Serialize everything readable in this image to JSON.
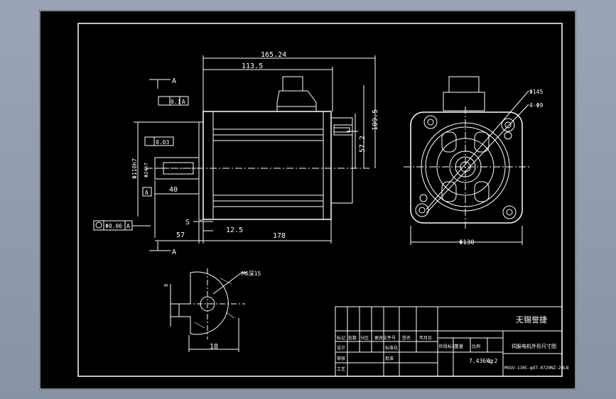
{
  "colors": {
    "background": "#000000",
    "line": "#ffffff",
    "viewport_frame": "#9aa4b6"
  },
  "drawing": {
    "overall_length": "165.24",
    "inner_length": "113.5",
    "height_total": "109.5",
    "height_partial": "57.2",
    "shaft_dia": "Φ110h7",
    "shaft_small_dia": "Φ24h7",
    "shaft_len": "40",
    "flange_offset": "57",
    "step": "12.5",
    "body_len": "178",
    "s_label": "S",
    "datum": "A",
    "section_mark": "A",
    "flatness": "0.1",
    "runout": "0.03",
    "coax": "Φ0.06",
    "bolt_circle": "Φ145",
    "holes": "4-Φ9",
    "flange_width": "Φ130",
    "keyway_label": "M6深15",
    "key_width": "8",
    "key_dim": "18"
  },
  "title_block": {
    "company": "无锡誉捷",
    "drawing_title": "伺服电机外形尺寸图",
    "weight": "7.436kg",
    "scale": "1:2",
    "model_number": "MSGV-130C-φXT-0720NZ-20LB",
    "labels": [
      "标记",
      "处数",
      "分区",
      "更改文件号",
      "签名",
      "年月日",
      "设计",
      "审核",
      "工艺",
      "标准化",
      "批准",
      "阶段标记",
      "重量",
      "比例"
    ]
  }
}
